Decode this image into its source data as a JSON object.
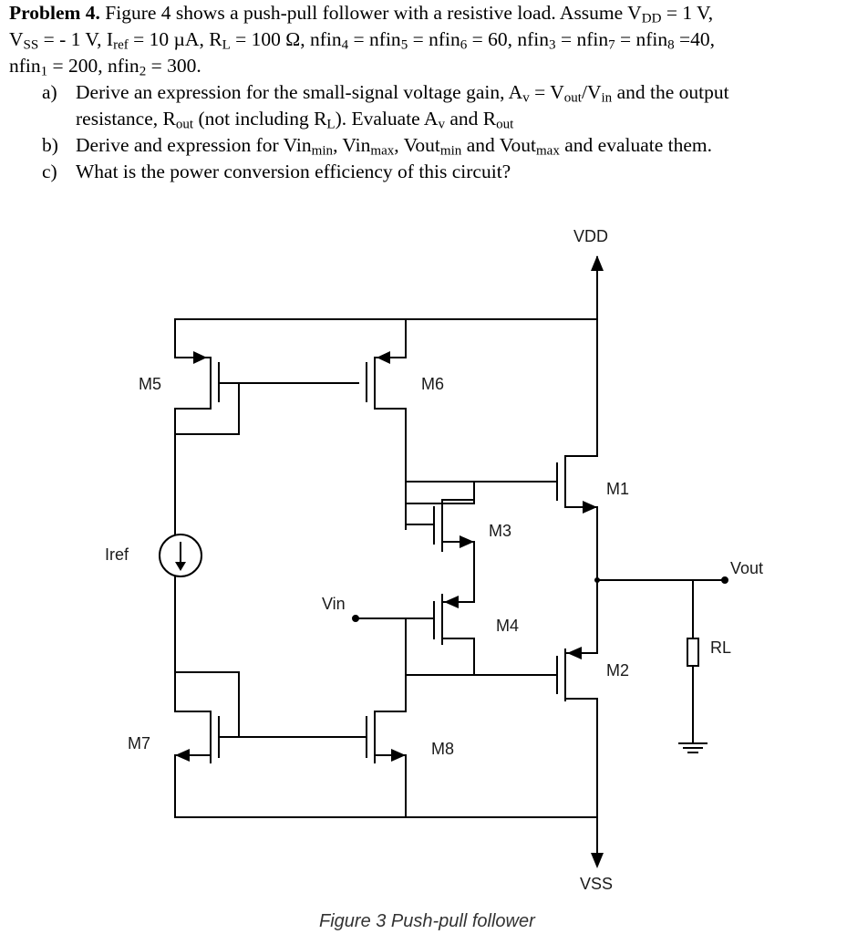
{
  "problem": {
    "number": "Problem 4.",
    "intro": "Figure 4 shows a push-pull follower with a resistive load. Assume V",
    "line1_parts": [
      "Figure 4 shows a push-pull follower with a resistive load. Assume V",
      "DD",
      " = 1 V,"
    ],
    "line2_parts": [
      "V",
      "SS",
      " = - 1 V, I",
      "ref",
      " = 10 µA, R",
      "L",
      " = 100 Ω, nfin",
      "4",
      " = nfin",
      "5",
      " = nfin",
      "6",
      " = 60, nfin",
      "3",
      " = nfin",
      "7",
      " = nfin",
      "8",
      " =40,"
    ],
    "line3_parts": [
      "nfin",
      "1",
      " = 200, nfin",
      "2",
      " = 300."
    ],
    "items": [
      {
        "label": "a)",
        "parts": [
          "Derive an expression for the small-signal voltage gain, A",
          "v",
          " = V",
          "out",
          "/V",
          "in",
          " and the output"
        ],
        "parts2": [
          "resistance, R",
          "out",
          " (not including R",
          "L",
          "). Evaluate A",
          "v",
          " and R",
          "out",
          ""
        ]
      },
      {
        "label": "b)",
        "parts": [
          "Derive and expression for Vin",
          "min",
          ", Vin",
          "max",
          ", Vout",
          "min",
          " and Vout",
          "max",
          " and evaluate them."
        ]
      },
      {
        "label": "c)",
        "parts": [
          "What is the power conversion efficiency of this circuit?"
        ]
      }
    ]
  },
  "diagram": {
    "labels": {
      "vdd": "VDD",
      "vss": "VSS",
      "m1": "M1",
      "m2": "M2",
      "m3": "M3",
      "m4": "M4",
      "m5": "M5",
      "m6": "M6",
      "m7": "M7",
      "m8": "M8",
      "iref": "Iref",
      "vin": "Vin",
      "vout": "Vout",
      "rl": "RL"
    },
    "caption": "Figure 3 Push-pull follower"
  }
}
